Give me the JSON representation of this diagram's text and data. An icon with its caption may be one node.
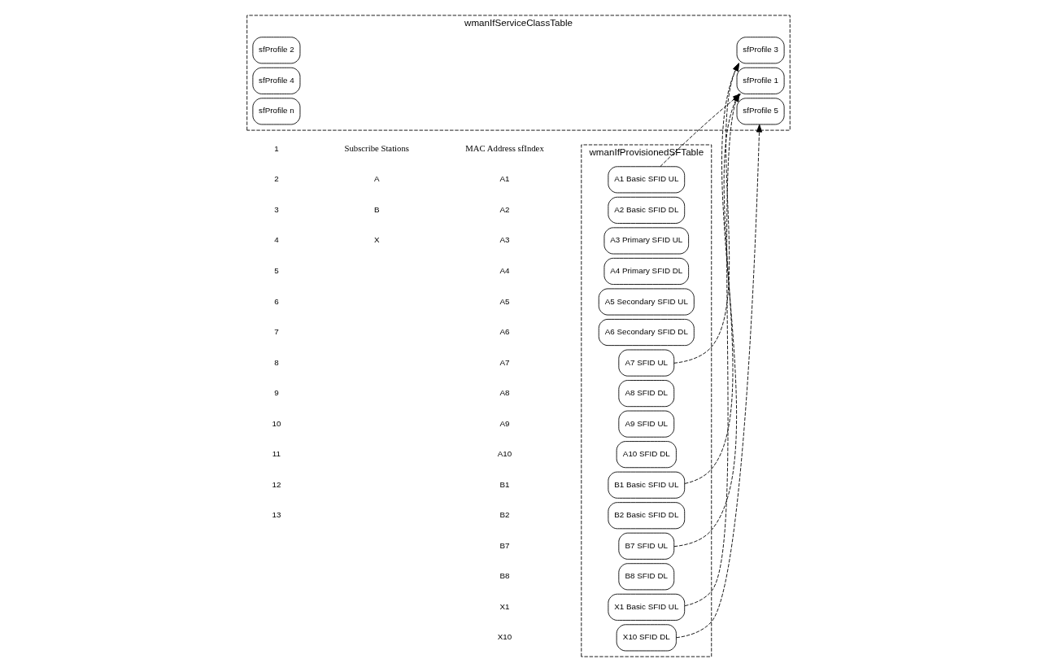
{
  "diagram": {
    "nodes": [
      {
        "text": [
          "wmanIfProvisionedSFTable"
        ]
      },
      {
        "text": [
          "A1 Basic SFID UL"
        ],
        "in": 0
      },
      {
        "text": [
          "A2 Basic SFID DL"
        ],
        "in": 0
      },
      {
        "text": [
          "A3 Primary SFID UL"
        ],
        "in": 0
      },
      {
        "text": [
          "A4 Primary SFID DL"
        ],
        "in": 0
      },
      {
        "text": [
          "A5 Secondary SFID UL"
        ],
        "in": 0
      },
      {
        "text": [
          "A6 Secondary SFID DL"
        ],
        "in": 0
      },
      {
        "text": [
          "A7 SFID UL"
        ],
        "in": 0
      },
      {
        "text": [
          "A8 SFID DL"
        ],
        "in": 0
      },
      {
        "text": [
          "A9 SFID UL"
        ],
        "in": 0
      },
      {
        "text": [
          "A10 SFID DL"
        ],
        "in": 0
      },
      {
        "text": [
          "B1 Basic SFID UL"
        ],
        "in": 0
      },
      {
        "text": [
          "B2 Basic SFID DL"
        ],
        "in": 0
      },
      {
        "text": [
          "B7 SFID UL"
        ],
        "in": 0
      },
      {
        "text": [
          "B8 SFID DL"
        ],
        "in": 0
      },
      {
        "text": [
          "X1 Basic SFID UL"
        ],
        "in": 0
      },
      {
        "text": [
          "X10 SFID DL"
        ],
        "in": 0
      },
      {
        "text": [
          "wmanIfServiceClassTable"
        ]
      },
      {
        "text": [
          "sfProfile 1"
        ],
        "in": 17
      },
      {
        "text": [
          "sfProfile 2"
        ],
        "in": 17
      },
      {
        "text": [
          "sfProfile 3"
        ],
        "in": 17
      },
      {
        "text": [
          "sfProfile 4"
        ],
        "in": 17
      },
      {
        "text": [
          "sfProfile 5"
        ],
        "in": 17
      },
      {
        "text": [
          "sfProfile n"
        ],
        "in": 17
      }
    ],
    "edges": [
      {
        "from": 1,
        "to": 18,
        "arrow": "to",
        "style": "dashed"
      },
      {
        "from": 7,
        "to": 20,
        "arrow": "to",
        "style": "dashed"
      },
      {
        "from": 11,
        "to": 18,
        "arrow": "to",
        "style": "dashed"
      },
      {
        "from": 13,
        "to": 20,
        "arrow": "to",
        "style": "dashed"
      },
      {
        "from": 15,
        "to": 18,
        "arrow": "to",
        "style": "dashed"
      },
      {
        "from": 16,
        "to": 22,
        "arrow": "to",
        "style": "dashed"
      }
    ],
    "labels": [
      "1",
      "2",
      "3",
      "4",
      "5",
      "6",
      "7",
      "8",
      "9",
      "10",
      "11",
      "12",
      "13",
      "Subscribe Stations",
      "A",
      "B",
      "X",
      "MAC Address sfIndex",
      "A1",
      "A2",
      "A3",
      "A4",
      "A5",
      "A6",
      "A7",
      "A8",
      "A9",
      "A10",
      "B1",
      "B2",
      "B7",
      "B8",
      "X1",
      "X10"
    ]
  }
}
